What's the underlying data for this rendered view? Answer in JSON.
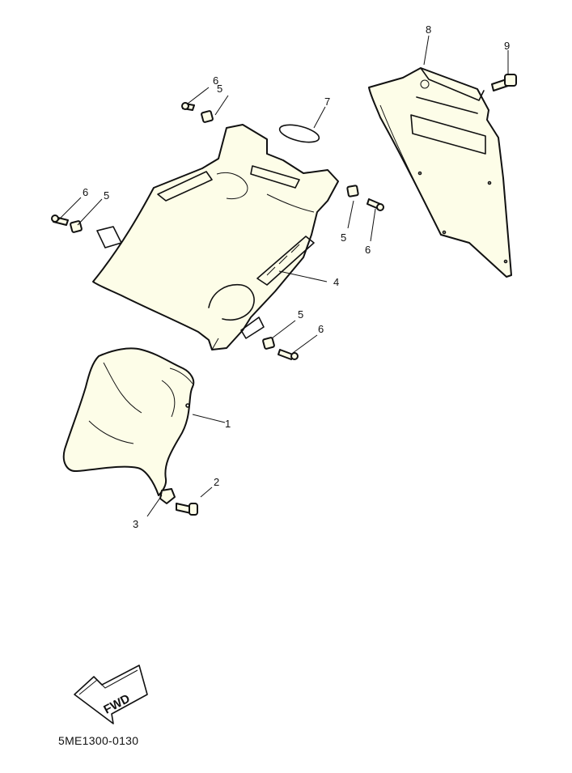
{
  "diagram": {
    "callouts": [
      {
        "id": "c1",
        "label": "1"
      },
      {
        "id": "c2",
        "label": "2"
      },
      {
        "id": "c3",
        "label": "3"
      },
      {
        "id": "c4",
        "label": "4"
      },
      {
        "id": "c5a",
        "label": "5"
      },
      {
        "id": "c5b",
        "label": "5"
      },
      {
        "id": "c5c",
        "label": "5"
      },
      {
        "id": "c5d",
        "label": "5"
      },
      {
        "id": "c6a",
        "label": "6"
      },
      {
        "id": "c6b",
        "label": "6"
      },
      {
        "id": "c6c",
        "label": "6"
      },
      {
        "id": "c6d",
        "label": "6"
      },
      {
        "id": "c7",
        "label": "7"
      },
      {
        "id": "c8",
        "label": "8"
      },
      {
        "id": "c9",
        "label": "9"
      }
    ],
    "direction_arrow": "FWD",
    "figure_code": "5ME1300-0130"
  },
  "colors": {
    "part_fill": "#fdfde8",
    "ink": "#111111"
  }
}
